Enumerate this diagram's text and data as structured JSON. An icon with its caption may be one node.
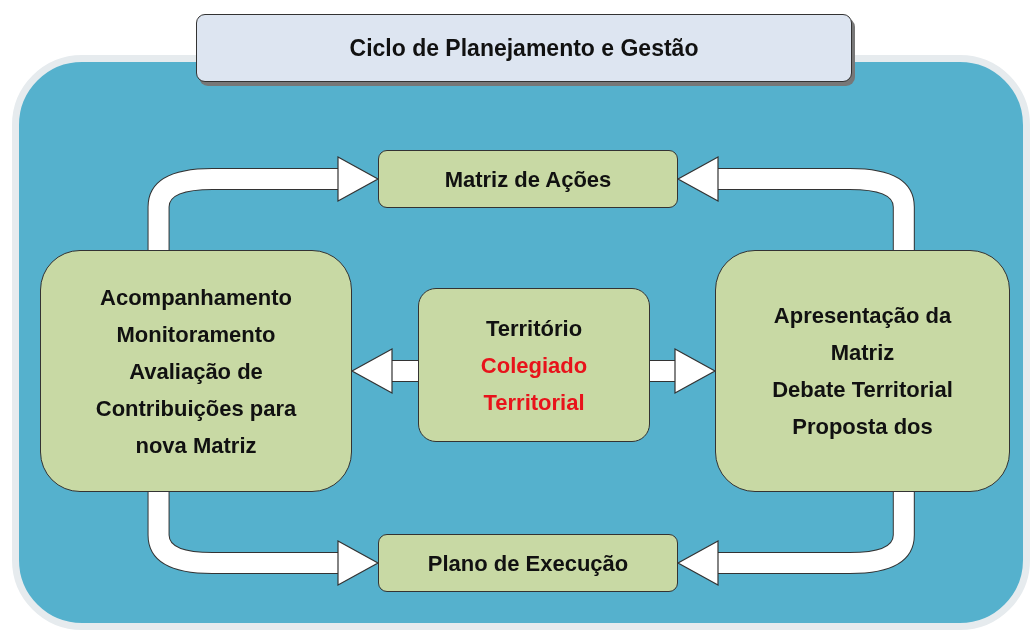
{
  "diagram": {
    "title": "Ciclo de Planejamento e Gestão",
    "nodes": [
      {
        "text": [],
        "shape": "box"
      },
      {
        "text": [
          "Matriz de Ações"
        ],
        "in": 0
      },
      {
        "text": [
          "Acompanhamento",
          "Monitoramento",
          "Avaliação de Contribuições para nova Matriz"
        ],
        "in": 0
      },
      {
        "text": [
          "Território",
          "Colegiado Territorial"
        ],
        "in": 0
      },
      {
        "text": [
          "Apresentação da Matriz",
          "Debate Territorial",
          "Proposta dos"
        ],
        "in": 0
      },
      {
        "text": [
          "Plano de Execução"
        ],
        "in": 0
      }
    ],
    "edges": [
      {
        "from": 3,
        "to": 2,
        "arrow": "to"
      },
      {
        "from": 3,
        "to": 4,
        "arrow": "to"
      },
      {
        "from": 2,
        "to": 1,
        "arrow": "to"
      },
      {
        "from": 4,
        "to": 1,
        "arrow": "to"
      },
      {
        "from": 2,
        "to": 5,
        "arrow": "to"
      },
      {
        "from": 4,
        "to": 5,
        "arrow": "to"
      }
    ]
  }
}
